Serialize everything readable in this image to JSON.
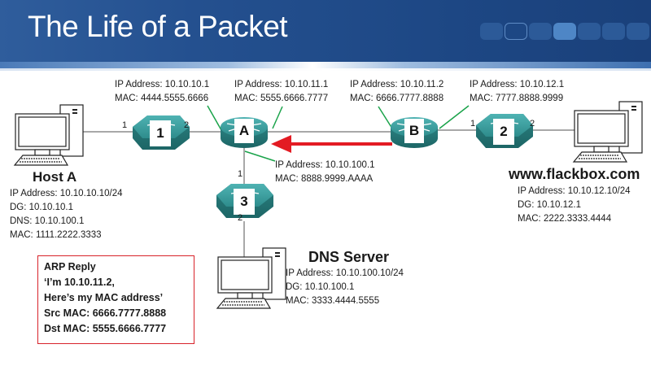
{
  "slide": {
    "title": "The Life of a Packet",
    "nav_dots": [
      "plain",
      "outline",
      "plain",
      "active",
      "plain",
      "plain",
      "plain"
    ]
  },
  "colors": {
    "header_blue": "#1d4784",
    "device_teal": "#2f8f8f",
    "arrow_red": "#e31b23",
    "link_gray": "#8c8c8c",
    "callout_green": "#1aa34a"
  },
  "devices": {
    "host_a": {
      "icon": "desktop-computer-icon",
      "name": "Host A",
      "lines": [
        "IP Address: 10.10.10.10/24",
        "DG: 10.10.10.1",
        "DNS: 10.10.100.1",
        "MAC: 1111.2222.3333"
      ]
    },
    "web_server": {
      "icon": "desktop-computer-icon",
      "name": "www.flackbox.com",
      "lines": [
        "IP Address: 10.10.12.10/24",
        "DG: 10.10.12.1",
        "MAC: 2222.3333.4444"
      ]
    },
    "dns_server": {
      "icon": "desktop-computer-icon",
      "name": "DNS Server",
      "lines": [
        "IP Address: 10.10.100.10/24",
        "DG: 10.10.100.1",
        "MAC: 3333.4444.5555"
      ]
    },
    "switch_1": {
      "icon": "switch-icon",
      "label": "1",
      "ports": [
        "1",
        "2"
      ]
    },
    "switch_2": {
      "icon": "switch-icon",
      "label": "2",
      "ports": [
        "1",
        "2"
      ]
    },
    "switch_3": {
      "icon": "switch-icon",
      "label": "3",
      "ports": [
        "1",
        "2"
      ]
    },
    "router_a": {
      "icon": "router-icon",
      "label": "A"
    },
    "router_b": {
      "icon": "router-icon",
      "label": "B"
    }
  },
  "interfaces": {
    "router_a_left": [
      "IP Address: 10.10.10.1",
      "MAC: 4444.5555.6666"
    ],
    "router_a_right": [
      "IP Address: 10.10.11.1",
      "MAC: 5555.6666.7777"
    ],
    "router_a_down": [
      "IP Address: 10.10.100.1",
      "MAC: 8888.9999.AAAA"
    ],
    "router_b_left": [
      "IP Address: 10.10.11.2",
      "MAC: 6666.7777.8888"
    ],
    "router_b_right": [
      "IP Address: 10.10.12.1",
      "MAC: 7777.8888.9999"
    ]
  },
  "arp_reply": {
    "lines": [
      "ARP Reply",
      "‘I’m 10.10.11.2,",
      "Here’s my MAC address’",
      "Src MAC: 6666.7777.8888",
      "Dst MAC: 5555.6666.7777"
    ]
  },
  "packet_flow": {
    "from": "Router B",
    "to": "Router A",
    "direction": "right-to-left"
  }
}
